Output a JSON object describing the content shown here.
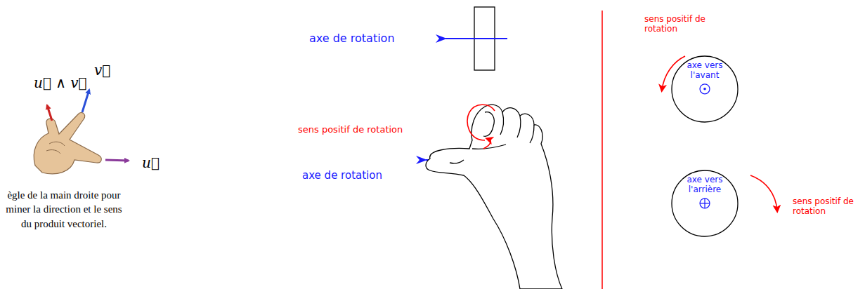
{
  "diagram": {
    "caption": "ègle de la main droite pour miner la direction et le sens du produit vectoriel.",
    "nodes": [
      {
        "text": [
          "axe vers l'avant"
        ]
      },
      {
        "text": [
          "axe vers l'arrière"
        ]
      }
    ],
    "labels": [
      "u⃗ ∧ v⃗",
      "v⃗",
      "u⃗",
      "axe de rotation",
      "sens positif de rotation",
      "axe de rotation",
      "sens positif de rotation",
      "sens positif de rotation"
    ]
  }
}
